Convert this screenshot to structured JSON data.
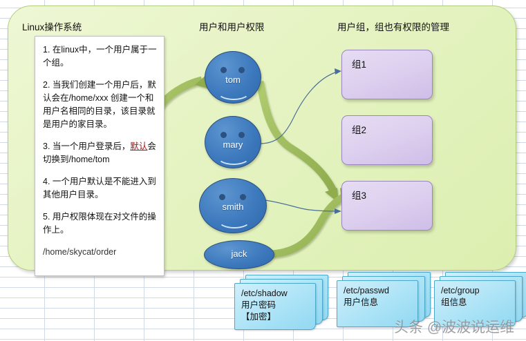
{
  "background": {
    "type": "spreadsheet-grid",
    "grid_color": "#d0d7e5",
    "panel_color": "#e5f3c2",
    "panel_border": "#b2cc7d"
  },
  "headers": {
    "linux": "Linux操作系统",
    "users": "用户和用户权限",
    "groups": "用户组，组也有权限的管理"
  },
  "note": {
    "items": [
      "1. 在linux中，一个用户属于一个组。",
      "2. 当我们创建一个用户后，默认会在/home/xxx 创建一个和用户名相同的目录，该目录就是用户的家目录。",
      "4. 一个用户默认是不能进入到其他用户目录。",
      "5. 用户权限体现在对文件的操作上。"
    ],
    "item3_prefix": "3. 当一个用户登录后，",
    "item3_highlight": "默认",
    "item3_suffix": "会切换到/home/tom",
    "highlight_color": "#a31515",
    "path": "/home/skycat/order"
  },
  "users": [
    {
      "id": "tom",
      "name": "tom",
      "shape": "circle"
    },
    {
      "id": "mary",
      "name": "mary",
      "shape": "circle"
    },
    {
      "id": "smith",
      "name": "smith",
      "shape": "circle"
    },
    {
      "id": "jack",
      "name": "jack",
      "shape": "ellipse"
    }
  ],
  "groups": [
    {
      "id": "g1",
      "label": "组1"
    },
    {
      "id": "g2",
      "label": "组2"
    },
    {
      "id": "g3",
      "label": "组3"
    }
  ],
  "files": [
    {
      "id": "shadow",
      "path": "/etc/shadow",
      "desc": "用户密码",
      "note": "【加密】"
    },
    {
      "id": "passwd",
      "path": "/etc/passwd",
      "desc": "用户信息",
      "note": ""
    },
    {
      "id": "group",
      "path": "/etc/group",
      "desc": "组信息",
      "note": ""
    }
  ],
  "connections": [
    {
      "from": "note",
      "to": "tom",
      "style": "thick-green",
      "bidirectional": true
    },
    {
      "from": "tom",
      "to": "组3",
      "style": "thick-green"
    },
    {
      "from": "mary",
      "to": "组1",
      "style": "thin-blue"
    },
    {
      "from": "smith",
      "to": "组3",
      "style": "thin-blue"
    },
    {
      "from": "jack",
      "to": "组3",
      "style": "thick-green"
    }
  ],
  "colors": {
    "arrow_green": "#9ab758",
    "arrow_blue": "#4a6f96",
    "user_fill": "#3d79bd",
    "group_fill": "#ddd0ef",
    "file_fill": "#a9e2f6"
  },
  "watermark": {
    "text": "头条 @波波说运维"
  }
}
